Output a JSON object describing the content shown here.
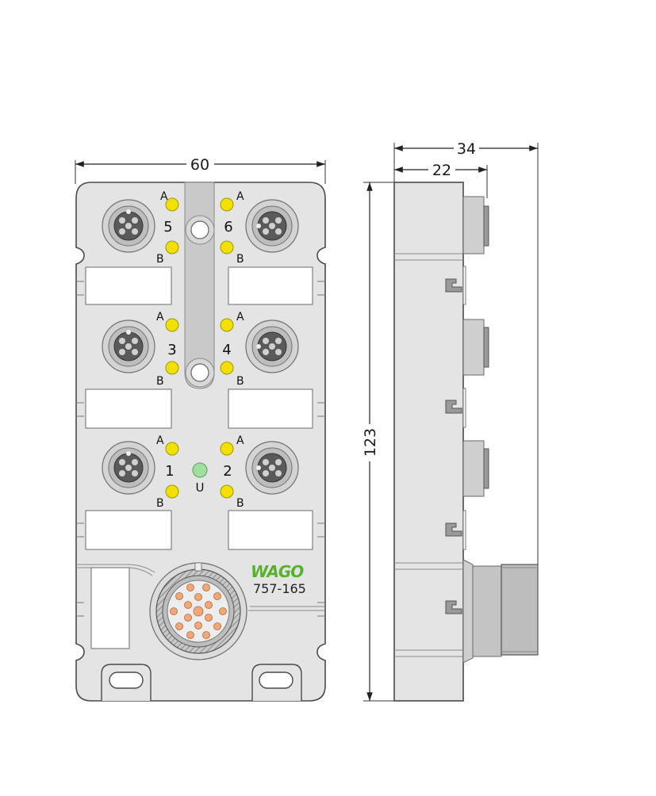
{
  "dimensions": {
    "width_front": "60",
    "width_side_total": "34",
    "width_side_body": "22",
    "height": "123"
  },
  "ports": [
    {
      "number": "5",
      "a": "A",
      "b": "B"
    },
    {
      "number": "6",
      "a": "A",
      "b": "B"
    },
    {
      "number": "3",
      "a": "A",
      "b": "B"
    },
    {
      "number": "4",
      "a": "A",
      "b": "B"
    },
    {
      "number": "1",
      "a": "A",
      "b": "B"
    },
    {
      "number": "2",
      "a": "A",
      "b": "B"
    }
  ],
  "power_led_label": "U",
  "brand": "WAGO",
  "article_number": "757-165",
  "colors": {
    "housing": "#e4e4e4",
    "outline": "#555555",
    "led_yellow": "#f2e000",
    "led_green": "#9fe0a0",
    "pin_copper": "#f0a878",
    "brand_green": "#58b12e"
  }
}
